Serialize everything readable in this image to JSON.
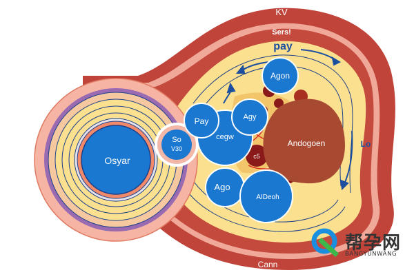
{
  "diagram": {
    "outer_labels": {
      "top_band": "KV",
      "second_band": "Sers!",
      "bottom_band": "Cann"
    },
    "flow_label": "pay",
    "side_label": "Lo",
    "cells": {
      "left_large": "Osyar",
      "small_ring": "So\nV30",
      "top_left_bubble": "Pay",
      "center_bubble": "cegw",
      "top_right_bubble": "Agy",
      "top_bubble": "Agon",
      "dark_red_cell": "c5",
      "lower_left_bubble": "Ago",
      "lower_bubble": "AIDeoh",
      "brown_mass": "Andogoen"
    },
    "colors": {
      "outer_red": "#c0443a",
      "pale_pink": "#f3b7a8",
      "yellow": "#fbe08f",
      "blue": "#1a78d0",
      "brown": "#a84a32",
      "dark_red": "#8a1a1a",
      "purple": "#9a6bb0",
      "line_blue": "#1d3f8a"
    }
  },
  "watermark": {
    "chinese": "帮孕网",
    "english": "BANGYUNWANG"
  }
}
